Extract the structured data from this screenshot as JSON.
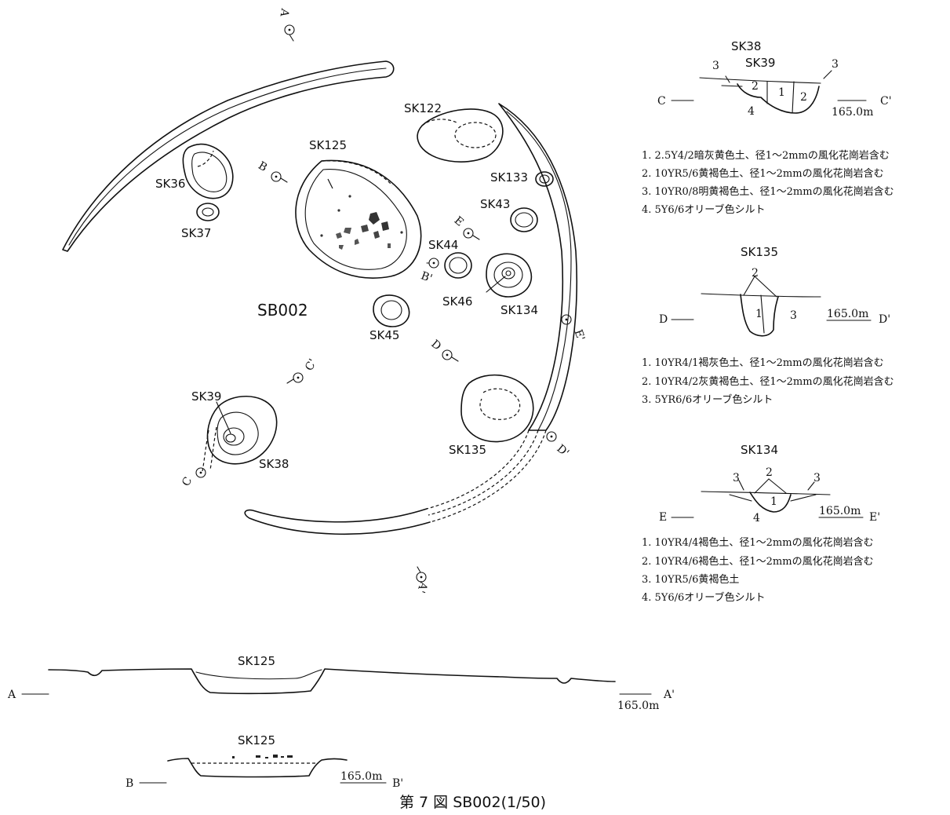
{
  "caption": "第 7 図 SB002(1/50)",
  "plan": {
    "building": "SB002",
    "features": {
      "sk122": "SK122",
      "sk125": "SK125",
      "sk36": "SK36",
      "sk37": "SK37",
      "sk133": "SK133",
      "sk43": "SK43",
      "sk44": "SK44",
      "sk46": "SK46",
      "sk134": "SK134",
      "sk45": "SK45",
      "sk39": "SK39",
      "sk38": "SK38",
      "sk135": "SK135"
    },
    "points": {
      "A": "A",
      "A2": "A'",
      "B": "B",
      "B2": "B'",
      "C": "C",
      "C2": "C'",
      "D": "D",
      "D2": "D'",
      "E": "E",
      "E2": "E'"
    }
  },
  "section_sk38": {
    "title": "SK38",
    "subtitle": "SK39",
    "left": "C",
    "right": "C'",
    "scale": "165.0m",
    "nums": [
      "3",
      "2",
      "1",
      "2",
      "3",
      "4"
    ],
    "legend": [
      "1. 2.5Y4/2暗灰黄色土、径1〜2mmの風化花崗岩含む",
      "2. 10YR5/6黄褐色土、径1〜2mmの風化花崗岩含む",
      "3. 10YR0/8明黄褐色土、径1〜2mmの風化花崗岩含む",
      "4. 5Y6/6オリーブ色シルト"
    ]
  },
  "section_sk135": {
    "title": "SK135",
    "left": "D",
    "right": "D'",
    "scale": "165.0m",
    "nums": [
      "2",
      "1",
      "3"
    ],
    "legend": [
      "1. 10YR4/1褐灰色土、径1〜2mmの風化花崗岩含む",
      "2. 10YR4/2灰黄褐色土、径1〜2mmの風化花崗岩含む",
      "3. 5YR6/6オリーブ色シルト"
    ]
  },
  "section_sk134": {
    "title": "SK134",
    "left": "E",
    "right": "E'",
    "scale": "165.0m",
    "nums": [
      "3",
      "2",
      "3",
      "1",
      "4"
    ],
    "legend": [
      "1. 10YR4/4褐色土、径1〜2mmの風化花崗岩含む",
      "2. 10YR4/6褐色土、径1〜2mmの風化花崗岩含む",
      "3. 10YR5/6黄褐色土",
      "4. 5Y6/6オリーブ色シルト"
    ]
  },
  "section_a": {
    "title": "SK125",
    "left": "A",
    "right": "A'",
    "scale": "165.0m"
  },
  "section_b": {
    "title": "SK125",
    "left": "B",
    "right": "B'",
    "scale": "165.0m"
  }
}
